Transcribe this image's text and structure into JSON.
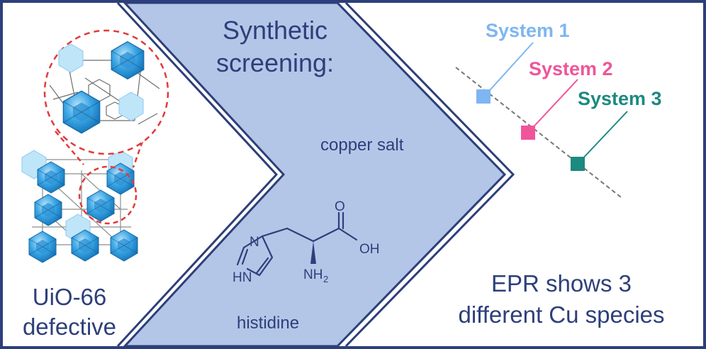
{
  "left_panel": {
    "title_line1": "UiO-66",
    "title_line2": "defective"
  },
  "middle_panel": {
    "title_line1": "Synthetic",
    "title_line2": "screening:",
    "reagent_1": "copper salt",
    "reagent_2": "histidine",
    "molecule": {
      "labels": {
        "n": "N",
        "hn": "HN",
        "o": "O",
        "oh": "OH",
        "nh2": "NH"
      }
    }
  },
  "right_panel": {
    "systems": [
      {
        "label": "System 1",
        "color": "#7eb6f2"
      },
      {
        "label": "System 2",
        "color": "#f0559a"
      },
      {
        "label": "System 3",
        "color": "#1c8a80"
      }
    ],
    "summary_line1": "EPR shows 3",
    "summary_line2": "different Cu species"
  },
  "colors": {
    "frame": "#2d3f7a",
    "chevron_fill": "#b4c6e7",
    "text": "#2d3f7a"
  }
}
